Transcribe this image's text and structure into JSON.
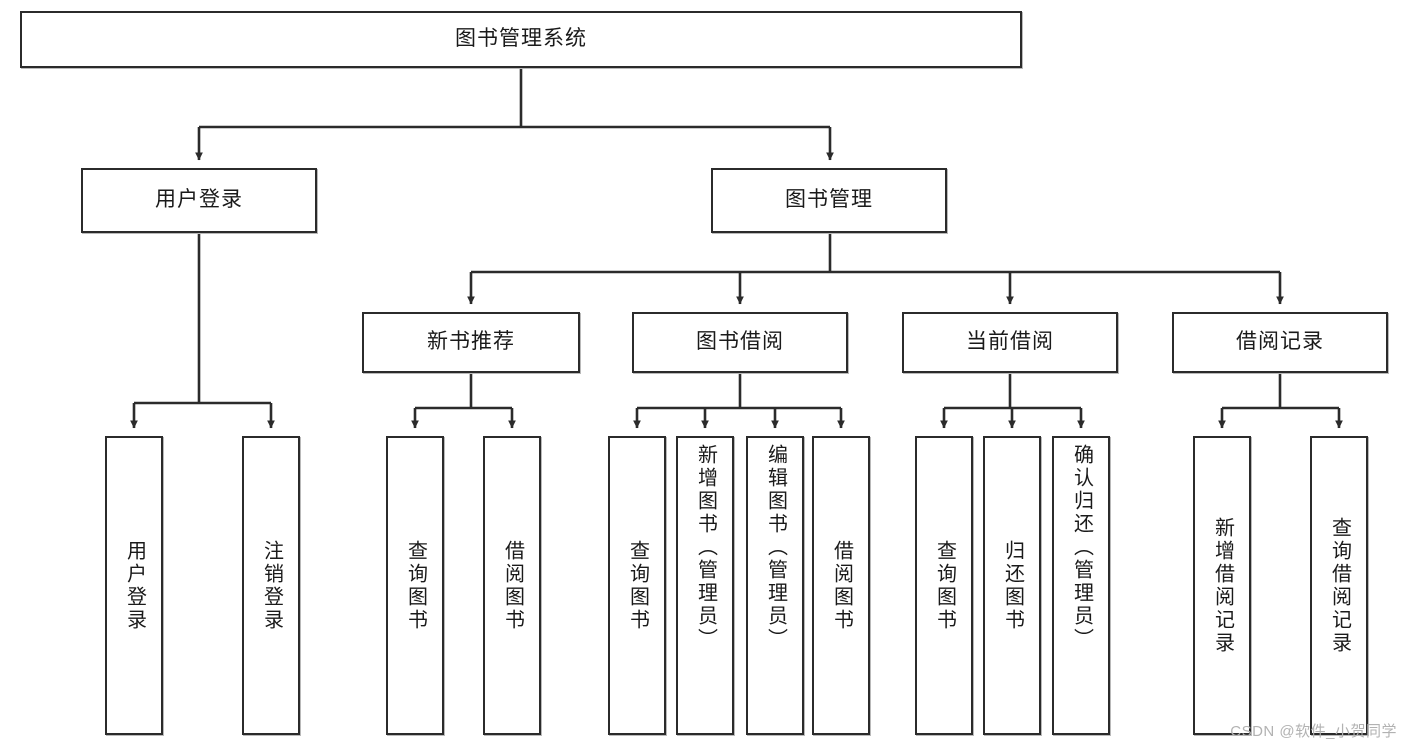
{
  "diagram": {
    "type": "tree-hierarchy",
    "title": "图书管理系统",
    "watermark": "CSDN @软件_小贺同学",
    "colors": {
      "stroke": "#2b2b2b",
      "fill": "#ffffff",
      "text": "#1a1a1a",
      "shadow": "#b9b9b9",
      "watermark": "#b2b2b2"
    },
    "nodes": {
      "root": {
        "label": "图书管理系统",
        "orientation": "horizontal"
      },
      "level2": [
        {
          "label": "用户登录",
          "orientation": "horizontal"
        },
        {
          "label": "图书管理",
          "orientation": "horizontal"
        }
      ],
      "level3": [
        {
          "label": "新书推荐",
          "orientation": "horizontal"
        },
        {
          "label": "图书借阅",
          "orientation": "horizontal"
        },
        {
          "label": "当前借阅",
          "orientation": "horizontal"
        },
        {
          "label": "借阅记录",
          "orientation": "horizontal"
        }
      ],
      "leaves": [
        {
          "label": "用户登录",
          "parent": "用户登录",
          "orientation": "vertical"
        },
        {
          "label": "注销登录",
          "parent": "用户登录",
          "orientation": "vertical"
        },
        {
          "label": "查询图书",
          "parent": "新书推荐",
          "orientation": "vertical"
        },
        {
          "label": "借阅图书",
          "parent": "新书推荐",
          "orientation": "vertical"
        },
        {
          "label": "查询图书",
          "parent": "图书借阅",
          "orientation": "vertical"
        },
        {
          "label": "新增图书（管理员）",
          "parent": "图书借阅",
          "orientation": "vertical"
        },
        {
          "label": "编辑图书（管理员）",
          "parent": "图书借阅",
          "orientation": "vertical"
        },
        {
          "label": "借阅图书",
          "parent": "图书借阅",
          "orientation": "vertical"
        },
        {
          "label": "查询图书",
          "parent": "当前借阅",
          "orientation": "vertical"
        },
        {
          "label": "归还图书",
          "parent": "当前借阅",
          "orientation": "vertical"
        },
        {
          "label": "确认归还（管理员）",
          "parent": "当前借阅",
          "orientation": "vertical"
        },
        {
          "label": "新增借阅记录",
          "parent": "借阅记录",
          "orientation": "vertical"
        },
        {
          "label": "查询借阅记录",
          "parent": "借阅记录",
          "orientation": "vertical"
        }
      ]
    }
  }
}
